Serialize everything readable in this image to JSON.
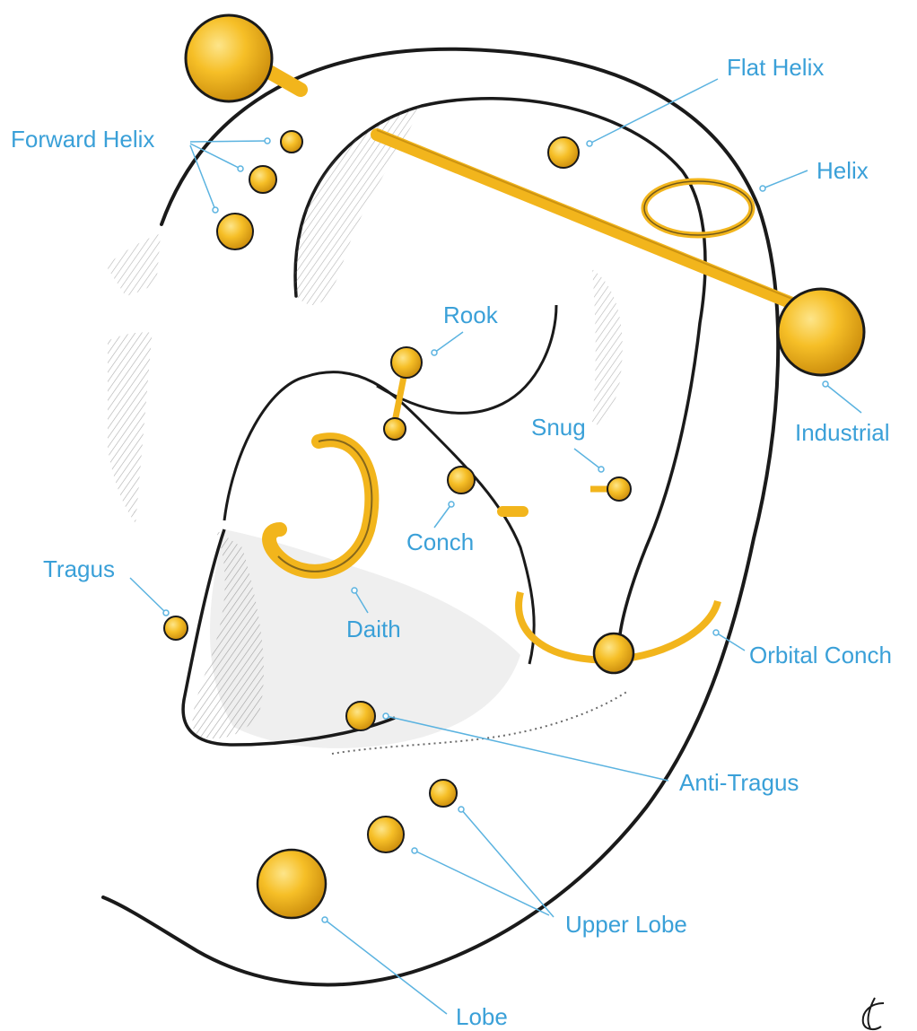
{
  "colors": {
    "label": "#3aa0d8",
    "leader": "#5bb3e0",
    "gold": "#f2b51c",
    "gold_light": "#fbd354",
    "gold_dark": "#b37d0a",
    "ink": "#1a1a1a",
    "shade": "#cfcfcf",
    "skin": "#ffffff"
  },
  "labels": {
    "forward_helix": "Forward Helix",
    "flat_helix": "Flat Helix",
    "helix": "Helix",
    "rook": "Rook",
    "industrial": "Industrial",
    "snug": "Snug",
    "conch": "Conch",
    "tragus": "Tragus",
    "daith": "Daith",
    "orbital_conch": "Orbital Conch",
    "anti_tragus": "Anti-Tragus",
    "upper_lobe": "Upper Lobe",
    "lobe": "Lobe"
  },
  "signature": "C",
  "icons": {
    "stud": "gold-stud-icon",
    "barbell": "gold-barbell-icon",
    "ring": "gold-ring-icon"
  }
}
